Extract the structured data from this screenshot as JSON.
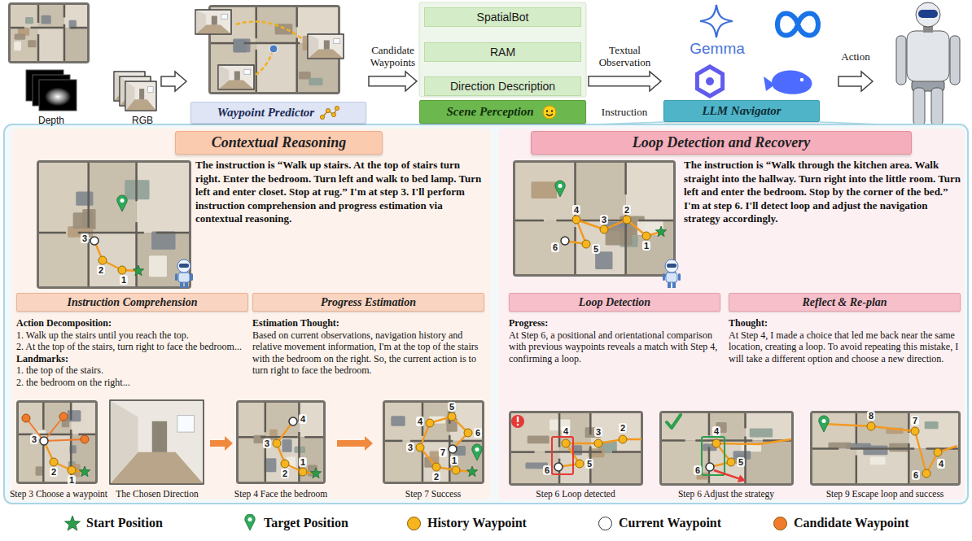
{
  "diagram": {
    "nodes": [
      {
        "text": [
          "Waypoint Predictor"
        ]
      },
      {
        "text": [
          "Scene Perception"
        ]
      },
      {
        "text": [
          "SpatialBot"
        ],
        "in": 1
      },
      {
        "text": [
          "RAM"
        ],
        "in": 1
      },
      {
        "text": [
          "Direction Description"
        ],
        "in": 1
      },
      {
        "text": [
          "LLM Navigator"
        ]
      },
      {
        "text": [
          "Contextual Reasoning",
          "The instruction is “Walk up stairs. At the top of stairs turn right. Enter the bedroom. Turn left and walk to bed lamp. Turn left and enter closet. Stop at rug.” I'm at step 3. I'll perform instruction comprehension and progress estimation via contextual reasoning."
        ]
      },
      {
        "text": [
          "Instruction Comprehension",
          "Action Decomposition:",
          "1. Walk up the stairs until you reach the top.",
          "2. At the top of the stairs, turn right to face the bedroom...",
          "Landmarks:",
          "1. the top of the stairs.",
          "2. the bedroom on the right..."
        ],
        "in": 6
      },
      {
        "text": [
          "Progress Estimation",
          "Estimation Thought:",
          "Based on current observations, navigation history and relative movement information, I'm at the top of the stairs with the bedroom on the right. So, the current action is to turn right to face the bedroom."
        ],
        "in": 6
      },
      {
        "text": [
          "Loop Detection and Recovery",
          "The instruction is “Walk through the kitchen area. Walk straight into the hallway. Turn right into the little room. Turn left and enter the bedroom. Stop by the corner of the bed.” I'm at step 6. I'll detect loop and adjust the navigation strategy accordingly."
        ]
      },
      {
        "text": [
          "Loop Detection",
          "Progress:",
          "At Step 6, a positional and orientational comparison with previous waypoints reveals a match with Step 4, confirming a loop."
        ],
        "in": 9
      },
      {
        "text": [
          "Reflect & Re-plan",
          "Thought:",
          "At Step 4, I made a choice that led me back near the same location, creating a loop. To avoid repeating this mistake, I will take a different option and choose a new direction."
        ],
        "in": 9
      }
    ],
    "edges": [
      {
        "from": 0,
        "to": 1,
        "arrow": "to",
        "label": "Candidate Waypoints"
      },
      {
        "from": 1,
        "to": 5,
        "arrow": "to",
        "label": "Textual Observation"
      }
    ],
    "labels": [
      "Depth",
      "RGB",
      "Instruction",
      "Action",
      "Gemma",
      "Step 3 Choose a waypoint",
      "The Chosen Direction",
      "Step 4 Face the bedroom",
      "Step 7 Success",
      "Step 6 Loop detected",
      "Step 6 Adjust the strategy",
      "Step 9 Escape loop and success",
      "1",
      "2",
      "3",
      "1",
      "2",
      "3",
      "1",
      "2",
      "3",
      "4",
      "1",
      "2",
      "3",
      "4",
      "5",
      "6",
      "7",
      "1",
      "2",
      "3",
      "4",
      "5",
      "6",
      "2",
      "3",
      "4",
      "5",
      "6",
      "4",
      "5",
      "6",
      "4",
      "6",
      "7",
      "8"
    ],
    "legend": [
      {
        "text": "Start Position"
      },
      {
        "text": "Target Position"
      },
      {
        "text": "History Waypoint",
        "color": "#f6b51e"
      },
      {
        "text": "Current Waypoint",
        "color": "#ffffff"
      },
      {
        "text": "Candidate Waypoint",
        "color": "#f07b2c"
      }
    ]
  }
}
